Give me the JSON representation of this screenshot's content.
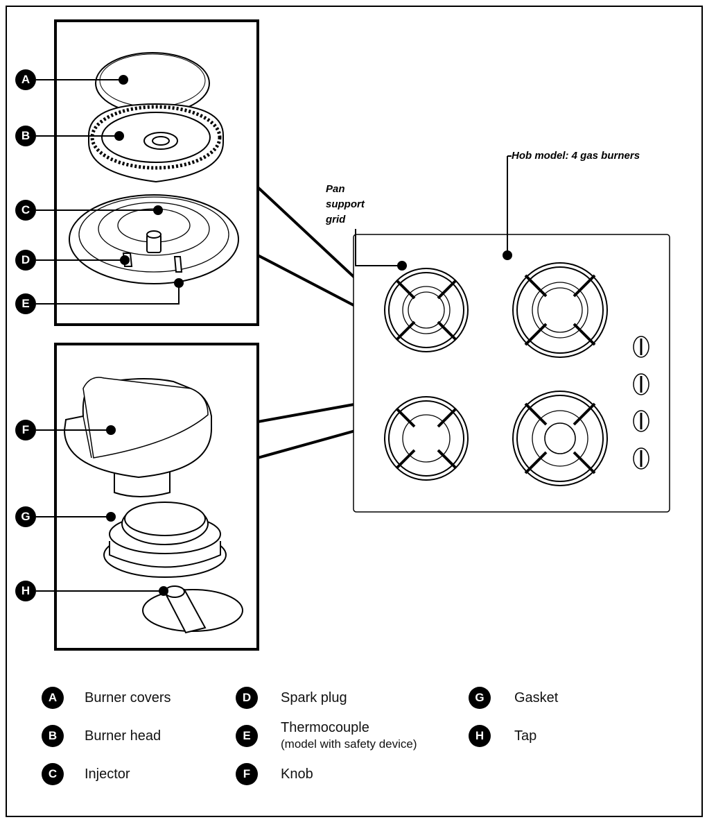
{
  "titles": {
    "hob_model": "Hob model: 4 gas burners",
    "pan_support": [
      "Pan",
      "support",
      "grid"
    ]
  },
  "callout_letters": [
    "A",
    "B",
    "C",
    "D",
    "E",
    "F",
    "G",
    "H"
  ],
  "legend": [
    {
      "letter": "A",
      "label": "Burner covers"
    },
    {
      "letter": "B",
      "label": "Burner head"
    },
    {
      "letter": "C",
      "label": "Injector"
    },
    {
      "letter": "D",
      "label": "Spark plug"
    },
    {
      "letter": "E",
      "label": "Thermocouple",
      "sublabel": "(model with safety device)"
    },
    {
      "letter": "F",
      "label": "Knob"
    },
    {
      "letter": "G",
      "label": "Gasket"
    },
    {
      "letter": "H",
      "label": "Tap"
    }
  ],
  "colors": {
    "ink": "#000000",
    "background": "#ffffff"
  }
}
